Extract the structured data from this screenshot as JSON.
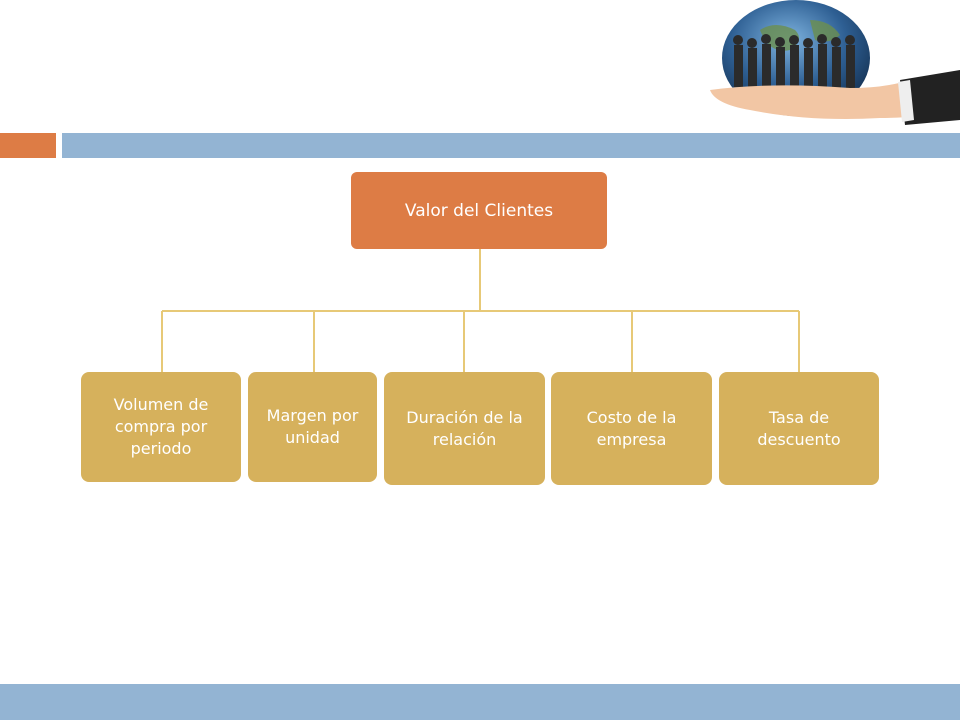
{
  "diagram": {
    "root": {
      "label": "Valor del Clientes"
    },
    "children": [
      {
        "label": "Volumen de compra por periodo"
      },
      {
        "label": "Margen por unidad"
      },
      {
        "label": "Duración de la relación"
      },
      {
        "label": "Costo de la empresa"
      },
      {
        "label": "Tasa de descuento"
      }
    ]
  },
  "colors": {
    "accent_orange": "#dd7c45",
    "accent_blue": "#93b4d3",
    "node_gold": "#d6b15c",
    "connector": "#e7c977"
  },
  "decorations": {
    "header_image_icon": "globe-people-on-hand-icon"
  }
}
